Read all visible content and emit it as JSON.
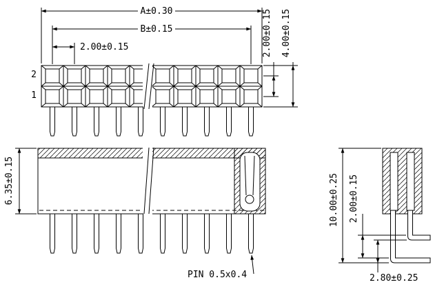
{
  "colors": {
    "line_color": "#000000",
    "background": "#ffffff"
  },
  "top_view": {
    "row_label_2": "2",
    "row_label_1": "1",
    "dim_overall_width": "A±0.30",
    "dim_inner_span": "B±0.15",
    "dim_pin_pitch": "2.00±0.15",
    "dim_row_pitch": "2.00±0.15",
    "dim_body_height": "4.00±0.15"
  },
  "front_view": {
    "dim_insulator_height": "6.35±0.15",
    "pin_note": "PIN  0.5x0.4"
  },
  "end_view": {
    "dim_overall_height": "10.00±0.25",
    "dim_tail_row_offset": "2.00±0.15",
    "dim_tail_standoff": "2.80±0.25"
  }
}
